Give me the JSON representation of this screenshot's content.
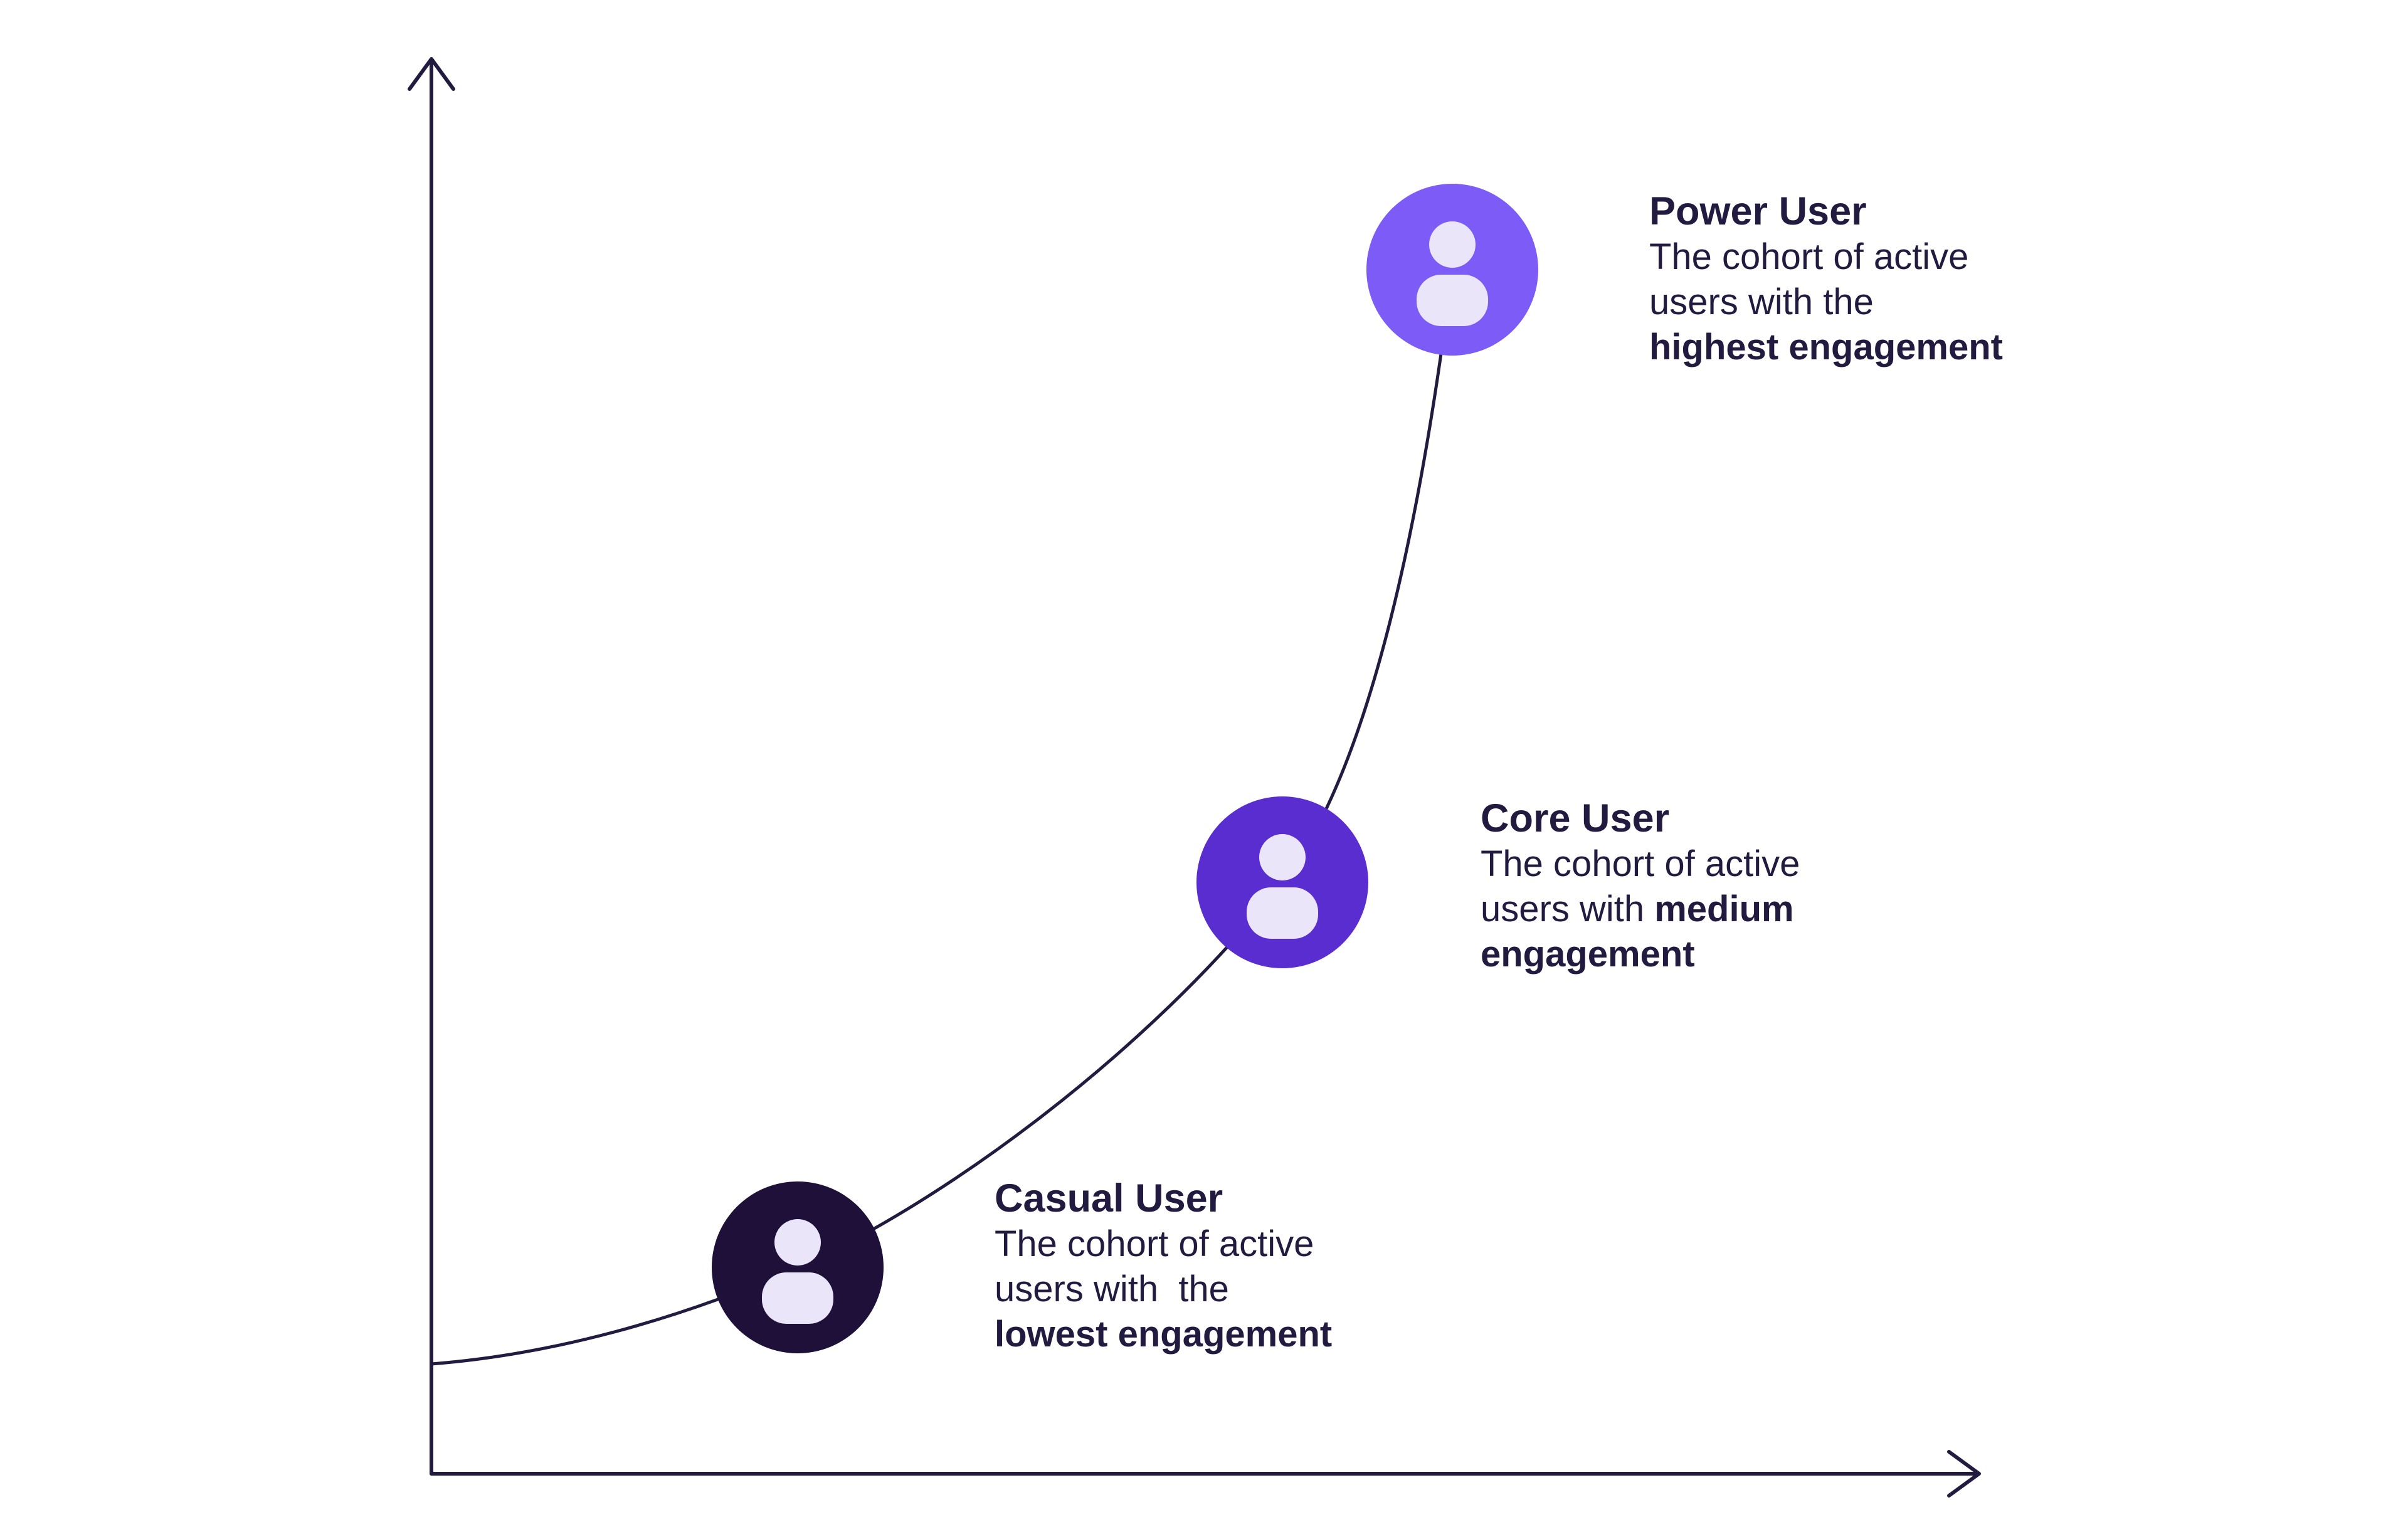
{
  "colors": {
    "background": "#ffffff",
    "axis": "#231a40",
    "curve": "#231a40",
    "text": "#231a40",
    "casual_circle": "#1e1038",
    "core_circle": "#5a2dd1",
    "power_circle": "#7c5bf7",
    "person_icon": "#ebe5fa"
  },
  "nodes": {
    "power": {
      "title": "Power User",
      "line1_normal": "The cohort of active",
      "line1_bold": "",
      "line2_normal": "users with the",
      "line2_bold": "",
      "line3_normal": "",
      "line3_bold": "highest engagement",
      "icon": "person-icon"
    },
    "core": {
      "title": "Core User",
      "line1_normal": "The cohort of active",
      "line1_bold": "",
      "line2_normal": "users with ",
      "line2_bold": "medium",
      "line3_normal": "",
      "line3_bold": "engagement",
      "icon": "person-icon"
    },
    "casual": {
      "title": "Casual User",
      "line1_normal": "The cohort of active",
      "line1_bold": "",
      "line2_normal": "users with  the",
      "line2_bold": "",
      "line3_normal": "",
      "line3_bold": "lowest engagement",
      "icon": "person-icon"
    }
  }
}
